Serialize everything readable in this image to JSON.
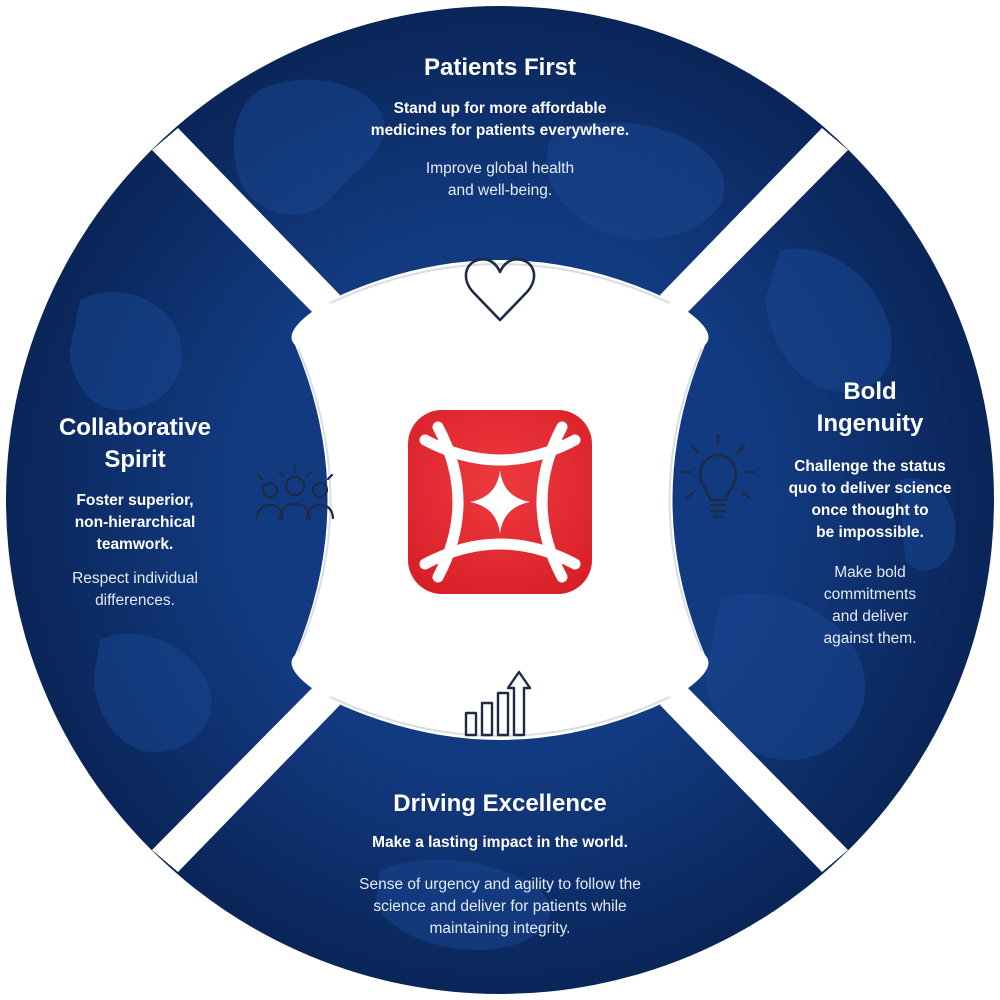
{
  "colors": {
    "navy": "#0e3170",
    "navy_dark": "#0a2457",
    "red": "#e3242b",
    "white": "#ffffff",
    "icon_stroke": "#1f2a44"
  },
  "segments": {
    "top": {
      "title": "Patients First",
      "bold": "Stand up for more affordable\nmedicines for patients everywhere.",
      "regular": "Improve global health\nand well-being.",
      "icon": "heart-icon"
    },
    "right": {
      "title": "Bold\nIngenuity",
      "bold": "Challenge the status\nquo to deliver science\nonce thought to\nbe impossible.",
      "regular": "Make bold\ncommitments\nand deliver\nagainst them.",
      "icon": "lightbulb-icon"
    },
    "bottom": {
      "title": "Driving Excellence",
      "bold": "Make a lasting impact in the world.",
      "regular": "Sense of urgency and agility to follow the\nscience and deliver for patients while\nmaintaining integrity.",
      "icon": "growth-chart-icon"
    },
    "left": {
      "title": "Collaborative\nSpirit",
      "bold": "Foster superior,\nnon-hierarchical\nteamwork.",
      "regular": "Respect individual\ndifferences.",
      "icon": "team-ideas-icon"
    }
  },
  "center": {
    "icon": "company-logo-icon"
  }
}
